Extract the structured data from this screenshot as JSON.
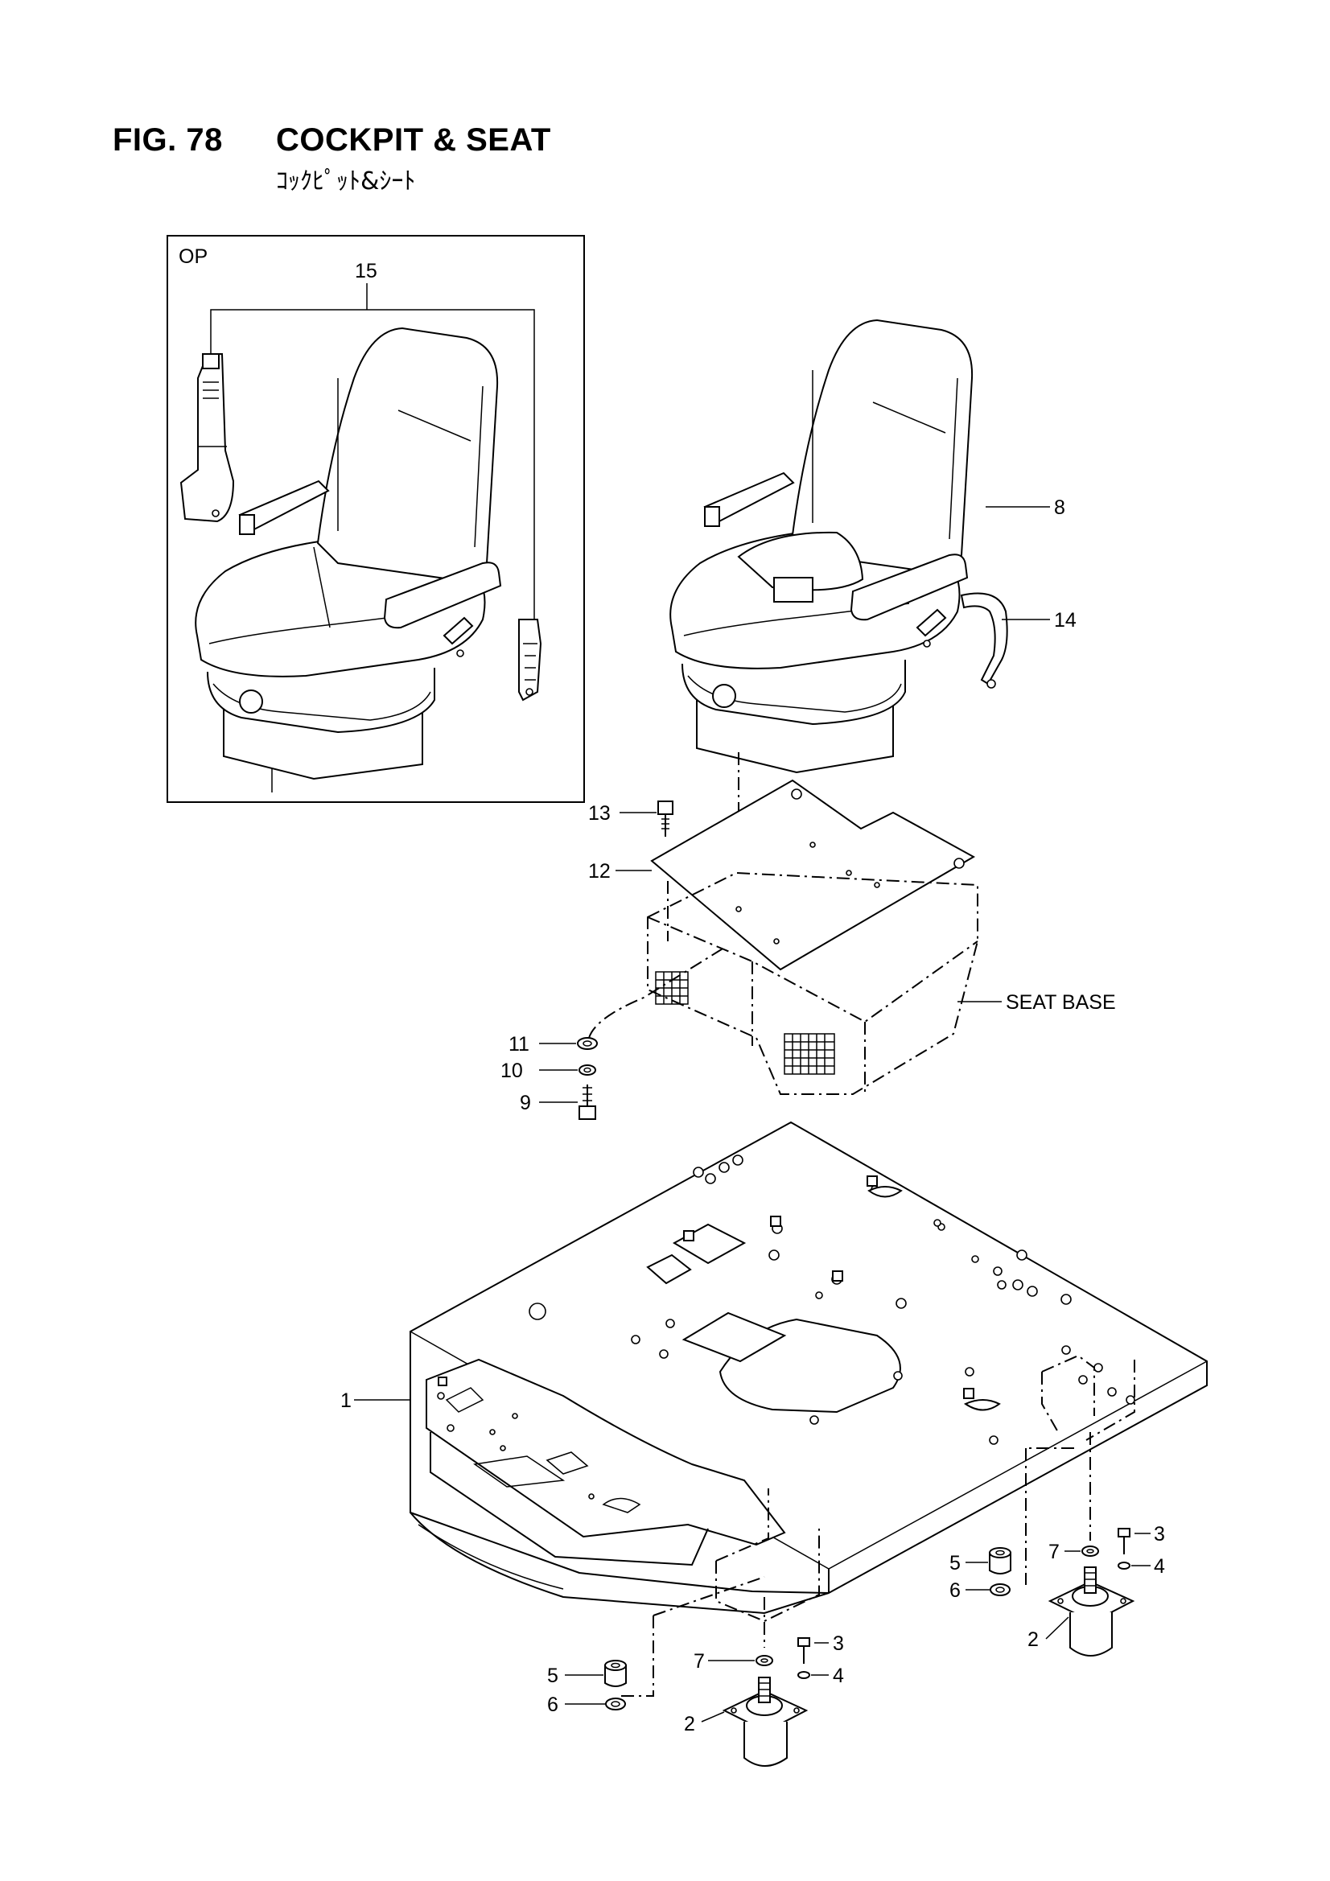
{
  "figure": {
    "number": "FIG. 78",
    "title": "COCKPIT & SEAT",
    "title_jp": "ｺｯｸﾋﾟｯﾄ&ｼｰﾄ"
  },
  "option_box": {
    "label": "OP"
  },
  "callouts": {
    "c1": "1",
    "c2a": "2",
    "c2b": "2",
    "c3a": "3",
    "c3b": "3",
    "c4a": "4",
    "c4b": "4",
    "c5a": "5",
    "c5b": "5",
    "c6a": "6",
    "c6b": "6",
    "c7a": "7",
    "c7b": "7",
    "c8": "8",
    "c9": "9",
    "c10": "10",
    "c11": "11",
    "c12": "12",
    "c13": "13",
    "c14": "14",
    "c15": "15",
    "seat_base": "SEAT BASE"
  }
}
